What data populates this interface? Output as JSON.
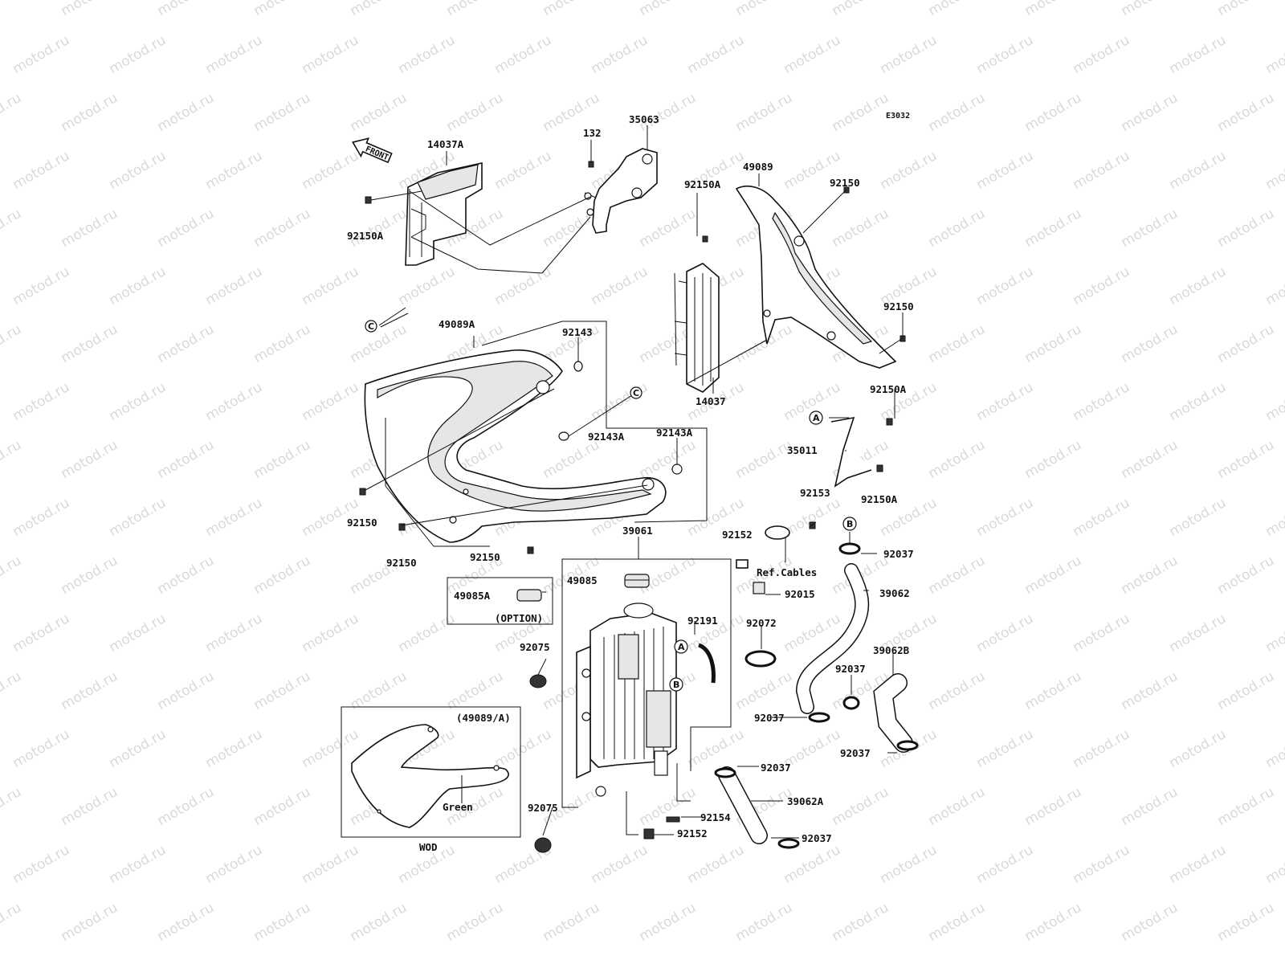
{
  "watermark": "motod.ru",
  "diagram_code": "E3032",
  "front_arrow": "FRONT",
  "labels": {
    "l_132": "132",
    "l_35063": "35063",
    "l_14037A": "14037A",
    "l_49089": "49089",
    "l_92150_tr": "92150",
    "l_92150A_mid": "92150A",
    "l_92150A_left": "92150A",
    "l_92150_r": "92150",
    "l_49089A": "49089A",
    "l_92143": "92143",
    "l_14037": "14037",
    "l_92150A_r1": "92150A",
    "l_92143A_1": "92143A",
    "l_92143A_2": "92143A",
    "l_35011": "35011",
    "l_92150A_r2": "92150A",
    "l_92153": "92153",
    "l_92150_l1": "92150",
    "l_92150_l2": "92150",
    "l_92150_l3": "92150",
    "l_39061": "39061",
    "l_92152_t": "92152",
    "l_92037_1": "92037",
    "l_refcables": "Ref.Cables",
    "l_49085": "49085",
    "l_49085A": "49085A",
    "l_option": "(OPTION)",
    "l_92015": "92015",
    "l_39062": "39062",
    "l_92191": "92191",
    "l_92072": "92072",
    "l_92075_1": "92075",
    "l_39062B": "39062B",
    "l_92037_2": "92037",
    "l_92037_3": "92037",
    "l_92037_4": "92037",
    "l_49089A_paren": "(49089/A)",
    "l_92037_5": "92037",
    "l_39062A": "39062A",
    "l_green": "Green",
    "l_92075_2": "92075",
    "l_92154": "92154",
    "l_92152_b": "92152",
    "l_92037_6": "92037",
    "l_wod": "WOD"
  },
  "callouts": {
    "c_top": "C",
    "c_mid": "C",
    "a_top": "A",
    "b_top": "B",
    "a_rad": "A",
    "b_rad": "B"
  }
}
